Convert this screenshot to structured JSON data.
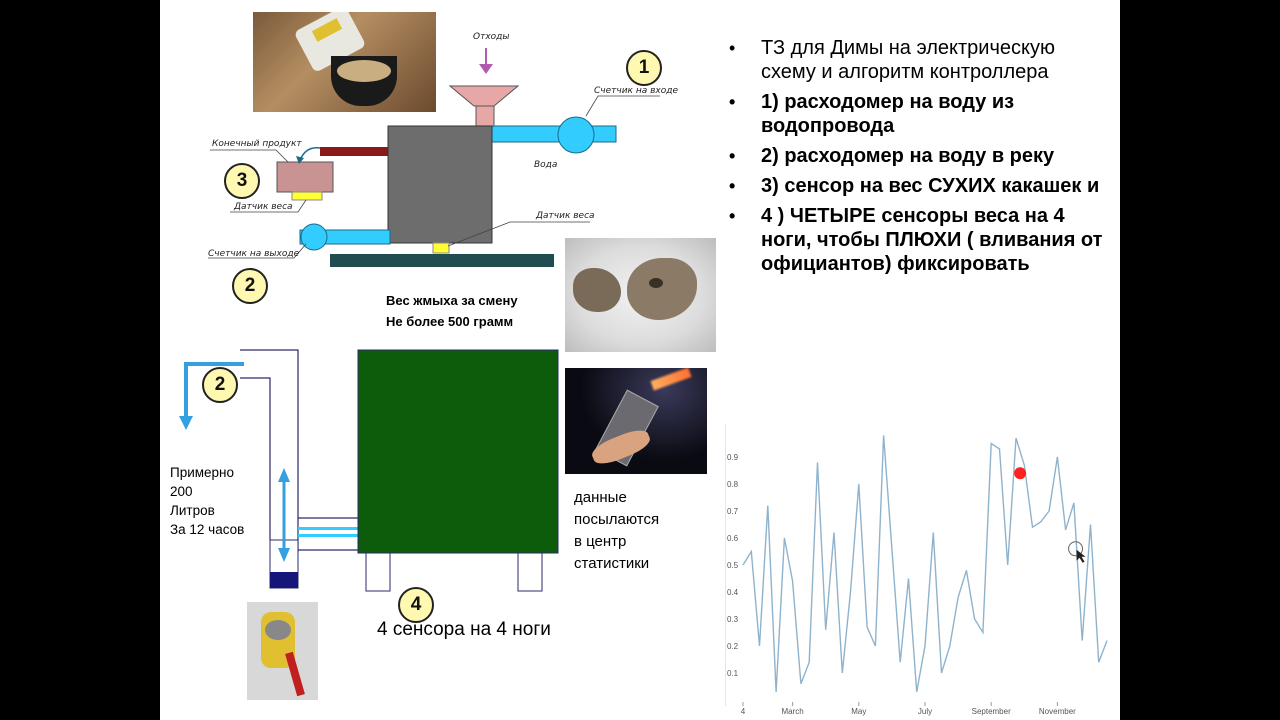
{
  "labels": {
    "waste": "Отходы",
    "meter_in": "Счетчик на входе",
    "water": "Вода",
    "end_product": "Конечный продукт",
    "weight_sensor_left": "Датчик веса",
    "weight_sensor_right": "Датчик веса",
    "meter_out": "Счетчик на выходе"
  },
  "badges": {
    "b1": "1",
    "b2_top": "2",
    "b3": "3",
    "b2_bottom": "2",
    "b4": "4"
  },
  "cake_weight": {
    "line1": "Вес жмыха за смену",
    "line2": "Не более 500 грамм"
  },
  "volume": {
    "line1": "Примерно",
    "line2": "200",
    "line3": "Литров",
    "line4": "За 12 часов"
  },
  "sensors_caption": "4 сенсора на 4 ноги",
  "stats_caption": {
    "line1": "данные",
    "line2": "посылаются",
    "line3": "в центр",
    "line4": "статистики"
  },
  "bullets": [
    "ТЗ для Димы на электрическую схему и алгоритм контроллера",
    " 1)  расходомер на  воду из водопровода",
    " 2) расходомер на воду в реку",
    "3)  сенсор на вес СУХИХ какашек и",
    "  4 )  ЧЕТЫРЕ сенсоры веса на  4 ноги, чтобы ПЛЮХИ ( вливания  от официантов) фиксировать"
  ],
  "colors": {
    "pipe": "#33ccff",
    "tank": "#6d6d6d",
    "funnel": "#e8a7a7",
    "product_box": "#c99393",
    "base": "#1f4d50",
    "green_tank": "#0c5c0c",
    "red_pipe": "#8a1a1a",
    "sensor": "#ffff33",
    "chart_line": "#8fb3cc",
    "chart_marker": "#ff2020"
  },
  "chart_data": {
    "type": "line",
    "x": [
      0,
      1,
      2,
      3,
      4,
      5,
      6,
      7,
      8,
      9,
      10,
      11,
      12,
      13,
      14,
      15,
      16,
      17,
      18,
      19,
      20,
      21,
      22,
      23,
      24,
      25,
      26,
      27,
      28,
      29,
      30,
      31,
      32,
      33,
      34,
      35,
      36,
      37,
      38,
      39,
      40,
      41,
      42,
      43
    ],
    "values": [
      0.5,
      0.55,
      0.2,
      0.72,
      0.03,
      0.6,
      0.44,
      0.06,
      0.14,
      0.88,
      0.26,
      0.62,
      0.1,
      0.4,
      0.8,
      0.27,
      0.2,
      0.98,
      0.56,
      0.14,
      0.45,
      0.03,
      0.2,
      0.62,
      0.1,
      0.2,
      0.38,
      0.48,
      0.3,
      0.25,
      0.95,
      0.93,
      0.5,
      0.97,
      0.87,
      0.64,
      0.66,
      0.7,
      0.9,
      0.63,
      0.73,
      0.22,
      0.65,
      0.14,
      0.22
    ],
    "xticks": [
      {
        "i": 0,
        "label": "4"
      },
      {
        "i": 6,
        "label": "March"
      },
      {
        "i": 14,
        "label": "May"
      },
      {
        "i": 22,
        "label": "July"
      },
      {
        "i": 30,
        "label": "September"
      },
      {
        "i": 38,
        "label": "November"
      }
    ],
    "yticks": [
      0.1,
      0.2,
      0.3,
      0.4,
      0.5,
      0.6,
      0.7,
      0.8,
      0.9
    ],
    "ylim": [
      0,
      1
    ],
    "highlight": {
      "x": 33.5,
      "y": 0.84
    },
    "cursor": {
      "x": 40.2,
      "y": 0.56
    }
  }
}
